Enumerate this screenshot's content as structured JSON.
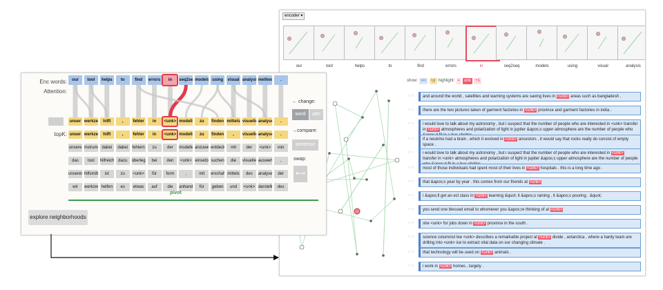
{
  "right_panel": {
    "encoder_select": "encoder",
    "thumb_labels": [
      "our",
      "tool",
      "helps",
      "to",
      "find",
      "errors",
      "in",
      "seq2seq",
      "models",
      "using",
      "visual",
      "analysis"
    ],
    "selected_thumb_index": 6,
    "show_bar": {
      "show_label": "show:",
      "chip_src": "src",
      "chip_tgt": "tgt",
      "highlight_label": "highlight:",
      "chip_unk": "unk",
      "chip_plus1": "+1"
    },
    "sentences": [
      [
        "and around the world , satellites and warning systems are saving lives in ",
        "<unk>",
        " areas such as bangladesh ."
      ],
      [
        "there are the two pictures taken of garment factories in ",
        "<unk>",
        " province and garment factories in india ."
      ],
      [
        "i would love to talk about my astronomy , but i suspect that the number of people who are interested in <unk> transfer in ",
        "<unk>",
        " atmospheres and polarization of light in jupiter &apos;s upper atmosphere are the number of people who &apos;d fit in a bus shelter ."
      ],
      [
        "if a neutrino had a brain , which it evolved in ",
        "<unk>",
        " ancestors , it would say that rocks really do consist of empty space ."
      ],
      [
        "i would love to talk about my astronomy , but i suspect that the number of people who are interested in ",
        "<unk>",
        " transfer in <unk> atmospheres and polarization of light in jupiter &apos;s upper atmosphere are the number of people who &apos;d fit in a bus shelter ."
      ],
      [
        "most of those individuals had spent most of their lives in ",
        "<unk>",
        " hospitals . this is a long time ago ."
      ],
      [
        "that &apos;s year by year . this comes from our friends at ",
        "<unk>",
        ""
      ],
      [
        "i &apos;ll get an ecl class in ",
        "<unk>",
        " learning &quot; it &apos;s raining , it &apos;s pouring . &quot;"
      ],
      [
        "you send one blessed email to whomever you &apos;re thinking of at ",
        "<unk>",
        ""
      ],
      [
        "she <unk> for jobs down in ",
        "<unk>",
        " province in the south ."
      ],
      [
        "science columnist lee <unk> describes a remarkable project at ",
        "<unk>",
        " divide , antarctica , where a hardy team are drilling into <unk> ice to extract vital data on our changing climate ."
      ],
      [
        "that technology will be used on ",
        "<unk>",
        " animals ."
      ],
      [
        "i work in ",
        "<unk>",
        " homes , largely ."
      ]
    ]
  },
  "left_panel": {
    "enc_words_label": "Enc words:",
    "attention_label": "Attention:",
    "topk_label": "topK:",
    "enc_words": [
      "our",
      "tool",
      "helps",
      "to",
      "find",
      "errors",
      "in",
      "seq2seq",
      "models",
      "using",
      "visual",
      "analysis",
      "methods",
      "."
    ],
    "dec_words": [
      "unser",
      "werkzeug",
      "hilft",
      ",",
      "fehler",
      "in",
      "<unk>",
      "modellen",
      "zu",
      "finden",
      "mittels",
      "visueller",
      "analysen",
      "."
    ],
    "topk_rows": [
      [
        "unser",
        "werkzeug",
        "hilft",
        ",",
        "fehler",
        "in",
        "<unk>",
        "modellen",
        "zu",
        "finden",
        ",",
        "visueller",
        "analysen",
        "."
      ],
      [
        "unsere",
        "instrument",
        "dabei",
        "dabei",
        "fehlern",
        "zu",
        "der",
        "modelle",
        "anzuwenden",
        "entdecken",
        "mit",
        "der",
        "<unk>",
        "von"
      ],
      [
        "das",
        "tool",
        "hilfreich",
        "dazu",
        "überlegen",
        "bei",
        "den",
        "<unk>",
        "einsetzen",
        "suchen",
        "die",
        "visuellen",
        "auswertung",
        ","
      ],
      [
        "unseren",
        "hilfsmittel",
        "ist",
        "zu",
        "<unk>",
        "für",
        "form",
        ",",
        "mit",
        "erschaffen",
        "mittels",
        "des",
        "analyse",
        "der"
      ],
      [
        "wir",
        "werkzeuge",
        "helfen",
        "es",
        "etwas",
        "auf",
        "die",
        "anhand",
        "für",
        "geben",
        "und",
        "<unk>",
        "darstellungen",
        "des"
      ]
    ],
    "focus_index": 6,
    "pivot_label": "pivot",
    "change_label": "change:",
    "word_btn": "word",
    "attn_btn": "attn",
    "compare_label": "compare:",
    "sentence_btn": "sentence",
    "swap_label": "swap:",
    "swap_icon_glyph": "⟷",
    "explore_btn": "explore neighborhoods"
  }
}
